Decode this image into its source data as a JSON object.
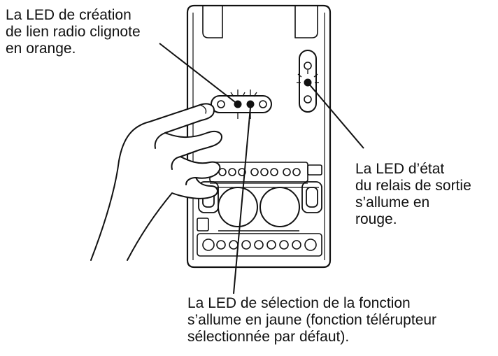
{
  "callouts": {
    "radio_link_led": "La LED de création\nde lien radio clignote\nen orange.",
    "output_relay_led": "La LED d’état\ndu relais de sortie\ns’allume en\nrouge.",
    "function_select_led": "La LED de sélection de la fonction\ns’allume en jaune (fonction télérupteur\nsélectionnée par défaut)."
  },
  "colors": {
    "line": "#111111",
    "background": "#ffffff"
  }
}
